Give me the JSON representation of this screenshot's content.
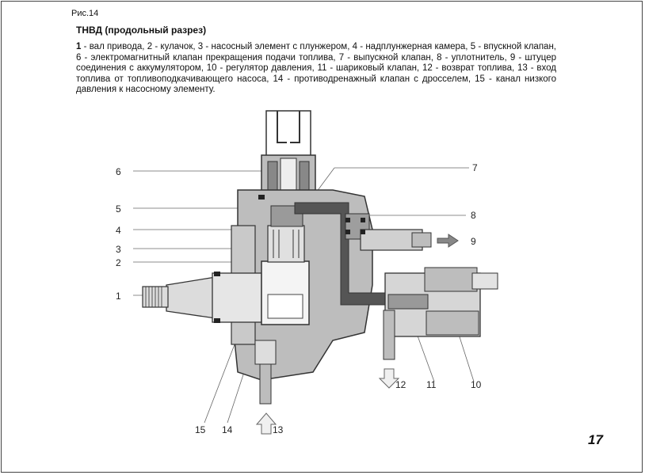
{
  "figure_label": "Рис.14",
  "title": "ТНВД (продольный разрез)",
  "caption": {
    "first_number": "1",
    "text": " - вал привода, 2 - кулачок, 3 - насосный элемент с плунжером, 4 - надплунжерная камера, 5 - впускной клапан, 6 - электромагнитный клапан прекращения подачи топлива, 7 - выпускной клапан, 8 - уплотнитель, 9 - штуцер соединения с аккумулятором, 10 - регулятор давления, 11 - шариковый клапан, 12 - возврат топлива, 13 - вход топлива от топливоподкачивающего насоса, 14 - противодренажный клапан с дросселем, 15 - канал низкого давления к насосному элементу."
  },
  "callouts": {
    "c1": "1",
    "c2": "2",
    "c3": "3",
    "c4": "4",
    "c5": "5",
    "c6": "6",
    "c7": "7",
    "c8": "8",
    "c9": "9",
    "c10": "10",
    "c11": "11",
    "c12": "12",
    "c13": "13",
    "c14": "14",
    "c15": "15"
  },
  "page_number": "17",
  "colors": {
    "body_gray": "#bdbdbd",
    "dark_channel": "#555555",
    "light_gray": "#dcdcdc"
  }
}
